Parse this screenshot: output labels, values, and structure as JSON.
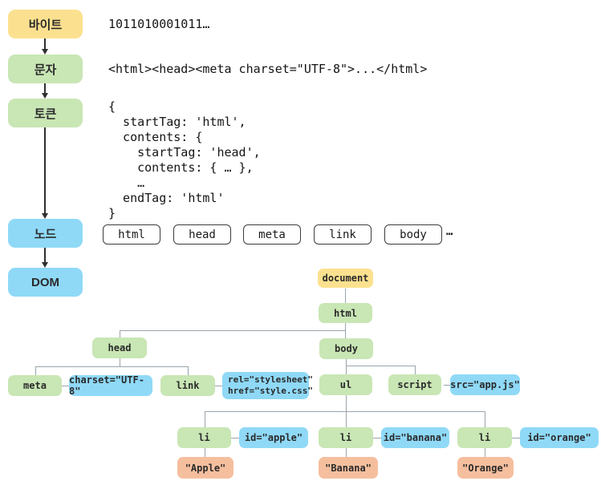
{
  "palette": {
    "yellow": "#FBE18F",
    "green": "#C9E6B5",
    "blue": "#8FD9F7",
    "orange": "#F5BF9E",
    "connector": "#9aa4ac",
    "arrow": "#2f2f2f"
  },
  "pipeline": [
    {
      "label": "바이트",
      "color": "yellow"
    },
    {
      "label": "문자",
      "color": "green"
    },
    {
      "label": "토큰",
      "color": "green"
    },
    {
      "label": "노드",
      "color": "blue"
    },
    {
      "label": "DOM",
      "color": "blue"
    }
  ],
  "byte_stream": "1011010001011…",
  "char_stream": "<html><head><meta charset=\"UTF-8\">...</html>",
  "token_block": "{\n  startTag: 'html',\n  contents: {\n    startTag: 'head',\n    contents: { … },\n    …\n  endTag: 'html'\n}",
  "node_row": {
    "items": [
      "html",
      "head",
      "meta",
      "link",
      "body"
    ],
    "ellipsis": "…"
  },
  "dom_tree": {
    "document": "document",
    "html": "html",
    "head": "head",
    "body": "body",
    "meta": "meta",
    "meta_attr": "charset=\"UTF-8\"",
    "link": "link",
    "link_attr": "rel=\"stylesheet\"\nhref=\"style.css\"",
    "ul": "ul",
    "script": "script",
    "script_attr": "src=\"app.js\"",
    "li_labels": [
      "li",
      "li",
      "li"
    ],
    "li_attrs": [
      "id=\"apple\"",
      "id=\"banana\"",
      "id=\"orange\""
    ],
    "li_texts": [
      "\"Apple\"",
      "\"Banana\"",
      "\"Orange\""
    ]
  }
}
